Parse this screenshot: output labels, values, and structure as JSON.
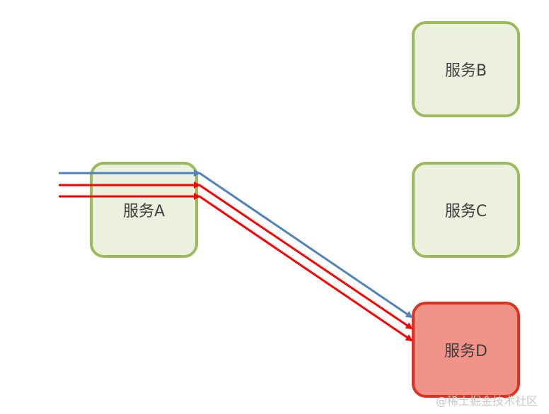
{
  "nodes": {
    "a": {
      "label": "服务A"
    },
    "b": {
      "label": "服务B"
    },
    "c": {
      "label": "服务C"
    },
    "d": {
      "label": "服务D"
    }
  },
  "arrows": [
    {
      "color": "#4f81bd"
    },
    {
      "color": "#ff0000"
    },
    {
      "color": "#ff0000"
    }
  ],
  "colors": {
    "normal_fill": "#ebf1de",
    "normal_border": "#9bbb59",
    "failed_fill": "#f2938a",
    "failed_border": "#e0301e"
  },
  "watermark": "@稀土掘金技术社区"
}
